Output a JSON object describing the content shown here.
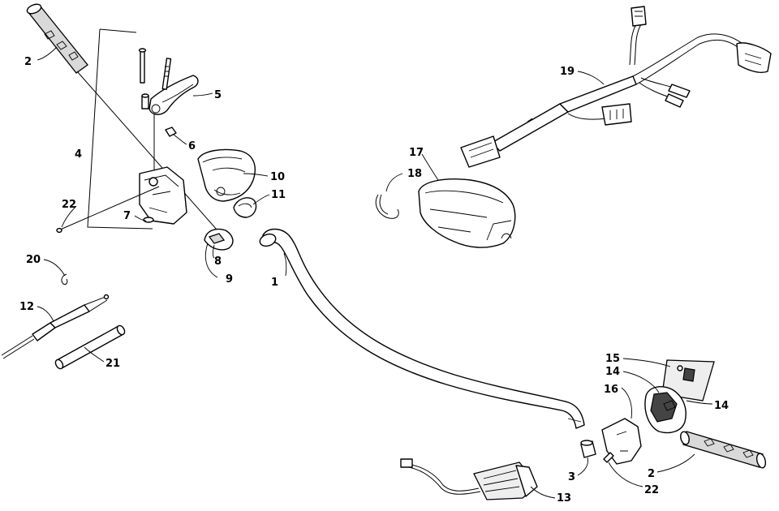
{
  "diagram": {
    "callouts": [
      {
        "id": "c1",
        "text": "1"
      },
      {
        "id": "c2a",
        "text": "2"
      },
      {
        "id": "c2b",
        "text": "2"
      },
      {
        "id": "c3",
        "text": "3"
      },
      {
        "id": "c4",
        "text": "4"
      },
      {
        "id": "c5",
        "text": "5"
      },
      {
        "id": "c6",
        "text": "6"
      },
      {
        "id": "c7",
        "text": "7"
      },
      {
        "id": "c8",
        "text": "8"
      },
      {
        "id": "c9",
        "text": "9"
      },
      {
        "id": "c10",
        "text": "10"
      },
      {
        "id": "c11",
        "text": "11"
      },
      {
        "id": "c12",
        "text": "12"
      },
      {
        "id": "c13",
        "text": "13"
      },
      {
        "id": "c14a",
        "text": "14"
      },
      {
        "id": "c14b",
        "text": "14"
      },
      {
        "id": "c15",
        "text": "15"
      },
      {
        "id": "c16",
        "text": "16"
      },
      {
        "id": "c17",
        "text": "17"
      },
      {
        "id": "c18",
        "text": "18"
      },
      {
        "id": "c19",
        "text": "19"
      },
      {
        "id": "c20",
        "text": "20"
      },
      {
        "id": "c21",
        "text": "21"
      },
      {
        "id": "c22a",
        "text": "22"
      },
      {
        "id": "c22b",
        "text": "22"
      }
    ],
    "colors": {
      "line": "#000000",
      "shade": "#d9d9d9",
      "background": "#ffffff"
    }
  }
}
